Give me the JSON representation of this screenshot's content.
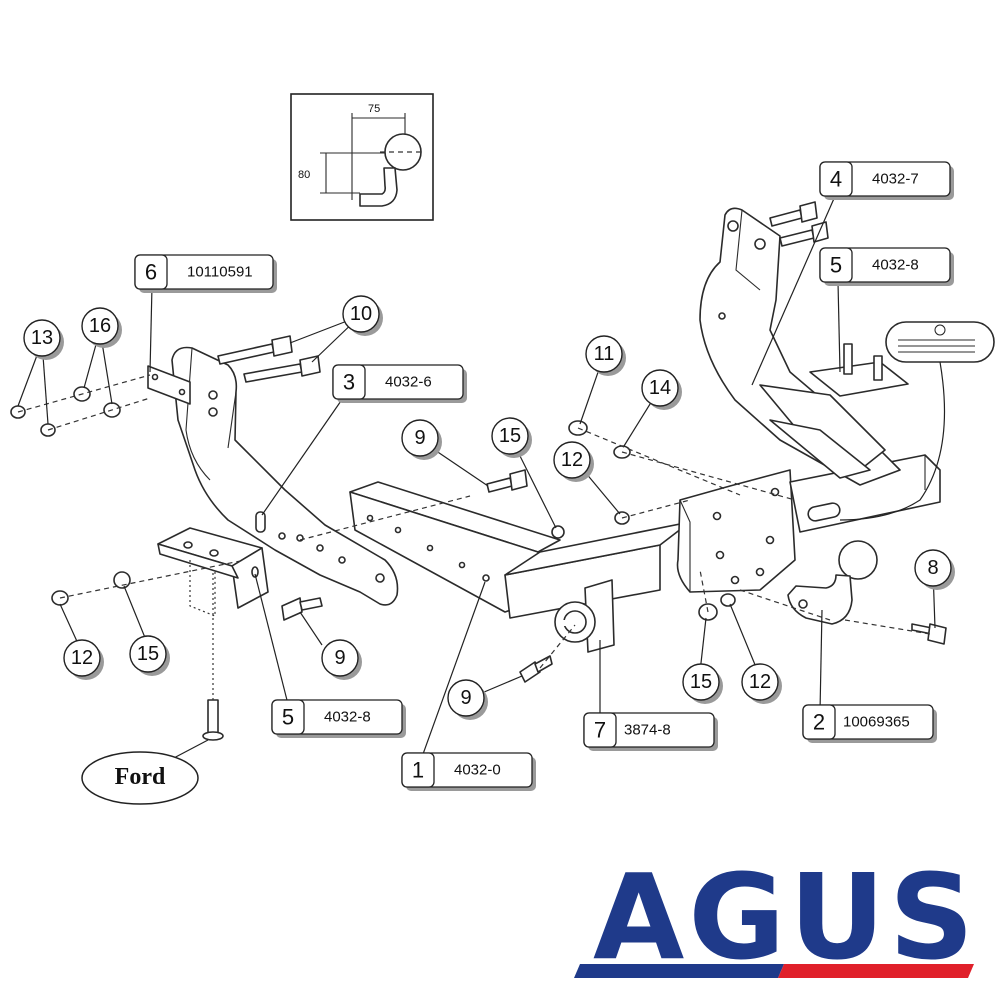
{
  "diagram": {
    "inset": {
      "dim_horizontal": "75",
      "dim_vertical": "80"
    },
    "parts": [
      {
        "id": "part-1",
        "number": "1",
        "code": "4032-0"
      },
      {
        "id": "part-2",
        "number": "2",
        "code": "10069365"
      },
      {
        "id": "part-3",
        "number": "3",
        "code": "4032-6"
      },
      {
        "id": "part-4",
        "number": "4",
        "code": "4032-7"
      },
      {
        "id": "part-5a",
        "number": "5",
        "code": "4032-8"
      },
      {
        "id": "part-5b",
        "number": "5",
        "code": "4032-8"
      },
      {
        "id": "part-6",
        "number": "6",
        "code": "10110591"
      },
      {
        "id": "part-7",
        "number": "7",
        "code": "3874-8"
      }
    ],
    "callouts": [
      {
        "id": "c8",
        "number": "8"
      },
      {
        "id": "c9a",
        "number": "9"
      },
      {
        "id": "c9b",
        "number": "9"
      },
      {
        "id": "c9c",
        "number": "9"
      },
      {
        "id": "c10",
        "number": "10"
      },
      {
        "id": "c11",
        "number": "11"
      },
      {
        "id": "c12a",
        "number": "12"
      },
      {
        "id": "c12b",
        "number": "12"
      },
      {
        "id": "c12c",
        "number": "12"
      },
      {
        "id": "c13",
        "number": "13"
      },
      {
        "id": "c14",
        "number": "14"
      },
      {
        "id": "c15a",
        "number": "15"
      },
      {
        "id": "c15b",
        "number": "15"
      },
      {
        "id": "c15c",
        "number": "15"
      },
      {
        "id": "c16",
        "number": "16"
      }
    ],
    "vehicle_badge": "Ford"
  },
  "brand": {
    "logo_text": "AGUS",
    "primary_color": "#1f3a8a",
    "accent_color": "#e0202a"
  }
}
